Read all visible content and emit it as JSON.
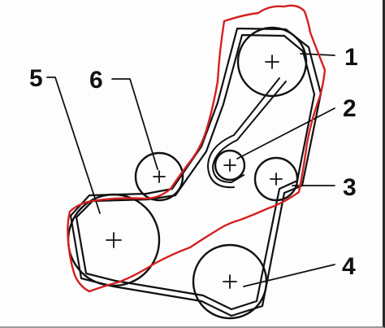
{
  "diagram": {
    "labels": {
      "p1": "1",
      "p2": "2",
      "p3": "3",
      "p4": "4",
      "p5": "5",
      "p6": "6"
    },
    "colors": {
      "ink": "#111111",
      "outline": "#d42020",
      "background": "#fdfdfd"
    }
  }
}
